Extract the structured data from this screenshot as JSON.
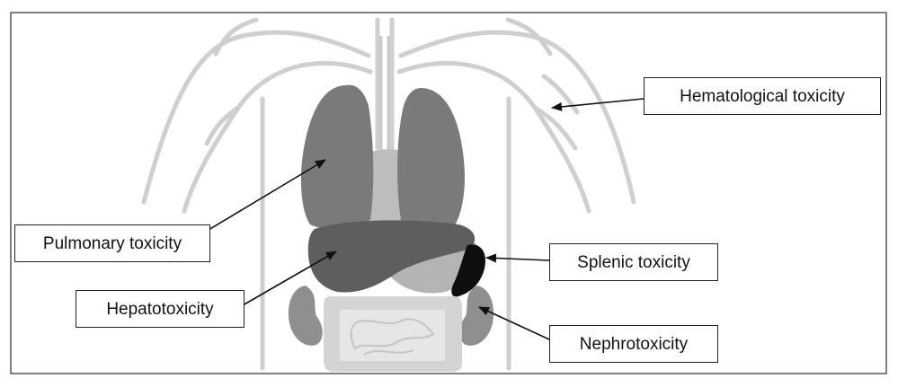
{
  "labels": {
    "hematological": "Hematological toxicity",
    "pulmonary": "Pulmonary toxicity",
    "splenic": "Splenic toxicity",
    "hepato": "Hepatotoxicity",
    "nephro": "Nephrotoxicity"
  },
  "colors": {
    "outline": "#cfcfcf",
    "lung": "#7a7a7a",
    "liver": "#5e5e5e",
    "stomach": "#b4b4b4",
    "heart": "#bdbdbd",
    "spleen": "#0e0e0e",
    "kidney": "#8f8f8f",
    "intestine": "#d4d4d4",
    "arrow": "#111111"
  }
}
